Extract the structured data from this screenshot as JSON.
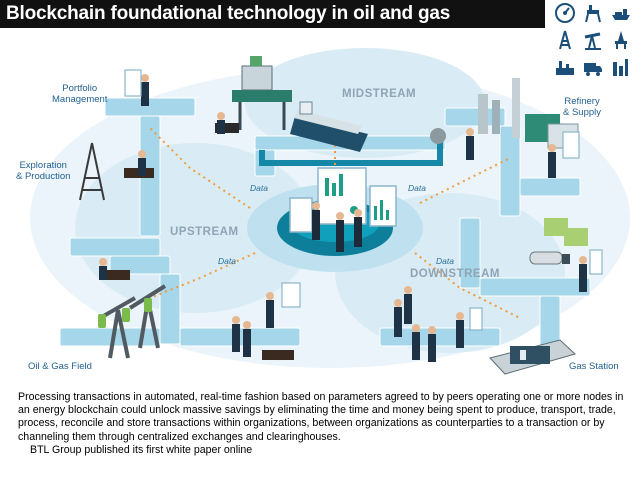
{
  "title": "Blockchain foundational technology in oil and gas",
  "icons": [
    "gauge-icon",
    "oil-platform-icon",
    "tanker-ship-icon",
    "drilling-rig-icon",
    "pumpjack-icon",
    "offshore-rig-icon",
    "factory-icon",
    "truck-icon",
    "refinery-icon"
  ],
  "accent_color": "#0e6f8f",
  "diagram": {
    "labels": {
      "portfolio": "Portfolio\nManagement",
      "exploration": "Exploration\n& Production",
      "oil_gas_field": "Oil & Gas Field",
      "refinery": "Refinery\n& Supply",
      "gas_station": "Gas Station"
    },
    "zones": {
      "midstream": "MIDSTREAM",
      "upstream": "UPSTREAM",
      "downstream": "DOWNSTREAM"
    },
    "data_labels": [
      "Data",
      "Data",
      "Data",
      "Data"
    ]
  },
  "caption": {
    "paragraph": "Processing transactions in automated, real-time fashion based on parameters agreed to by peers operating one or more nodes in an energy blockchain could unlock massive savings by eliminating the time and money being spent to produce, transport, trade, process, reconcile and store transactions within organizations, between organizations as counterparties to a transaction or by channeling them through centralized exchanges and clearinghouses.",
    "note": "BTL Group published its first white paper online"
  }
}
